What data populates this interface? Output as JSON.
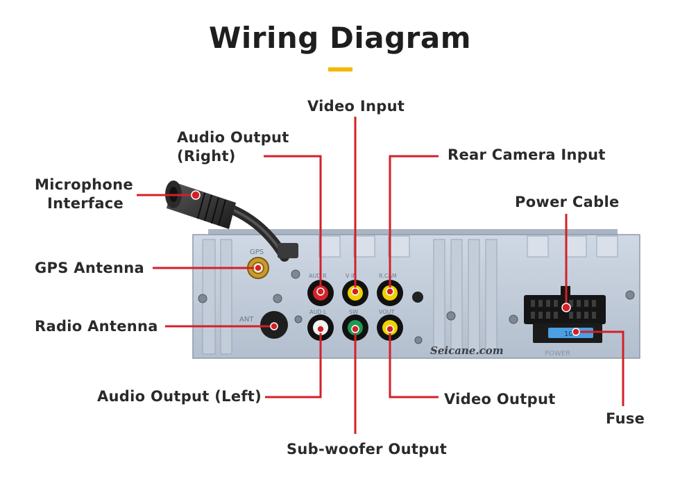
{
  "title": "Wiring Diagram",
  "accent_color": "#f5b700",
  "leader_color": "#d32027",
  "labels": {
    "video_input": "Video Input",
    "audio_output_right_1": "Audio Output",
    "audio_output_right_2": "(Right)",
    "rear_camera_input": "Rear Camera Input",
    "microphone_1": "Microphone",
    "microphone_2": "Interface",
    "power_cable": "Power Cable",
    "gps_antenna": "GPS Antenna",
    "radio_antenna": "Radio Antenna",
    "audio_output_left": "Audio Output (Left)",
    "video_output": "Video Output",
    "sub_woofer_output": "Sub-woofer Output",
    "fuse": "Fuse"
  },
  "panel_text": {
    "gps": "GPS",
    "ant": "ANT",
    "audio_r": "AUD R",
    "video_in": "V IN",
    "rear_cam": "R.CAM",
    "audio_l": "AUD L",
    "sw": "SW",
    "vout": "VOUT",
    "power": "POWER",
    "fuse_value": "10",
    "watermark": "Seicane.com"
  }
}
